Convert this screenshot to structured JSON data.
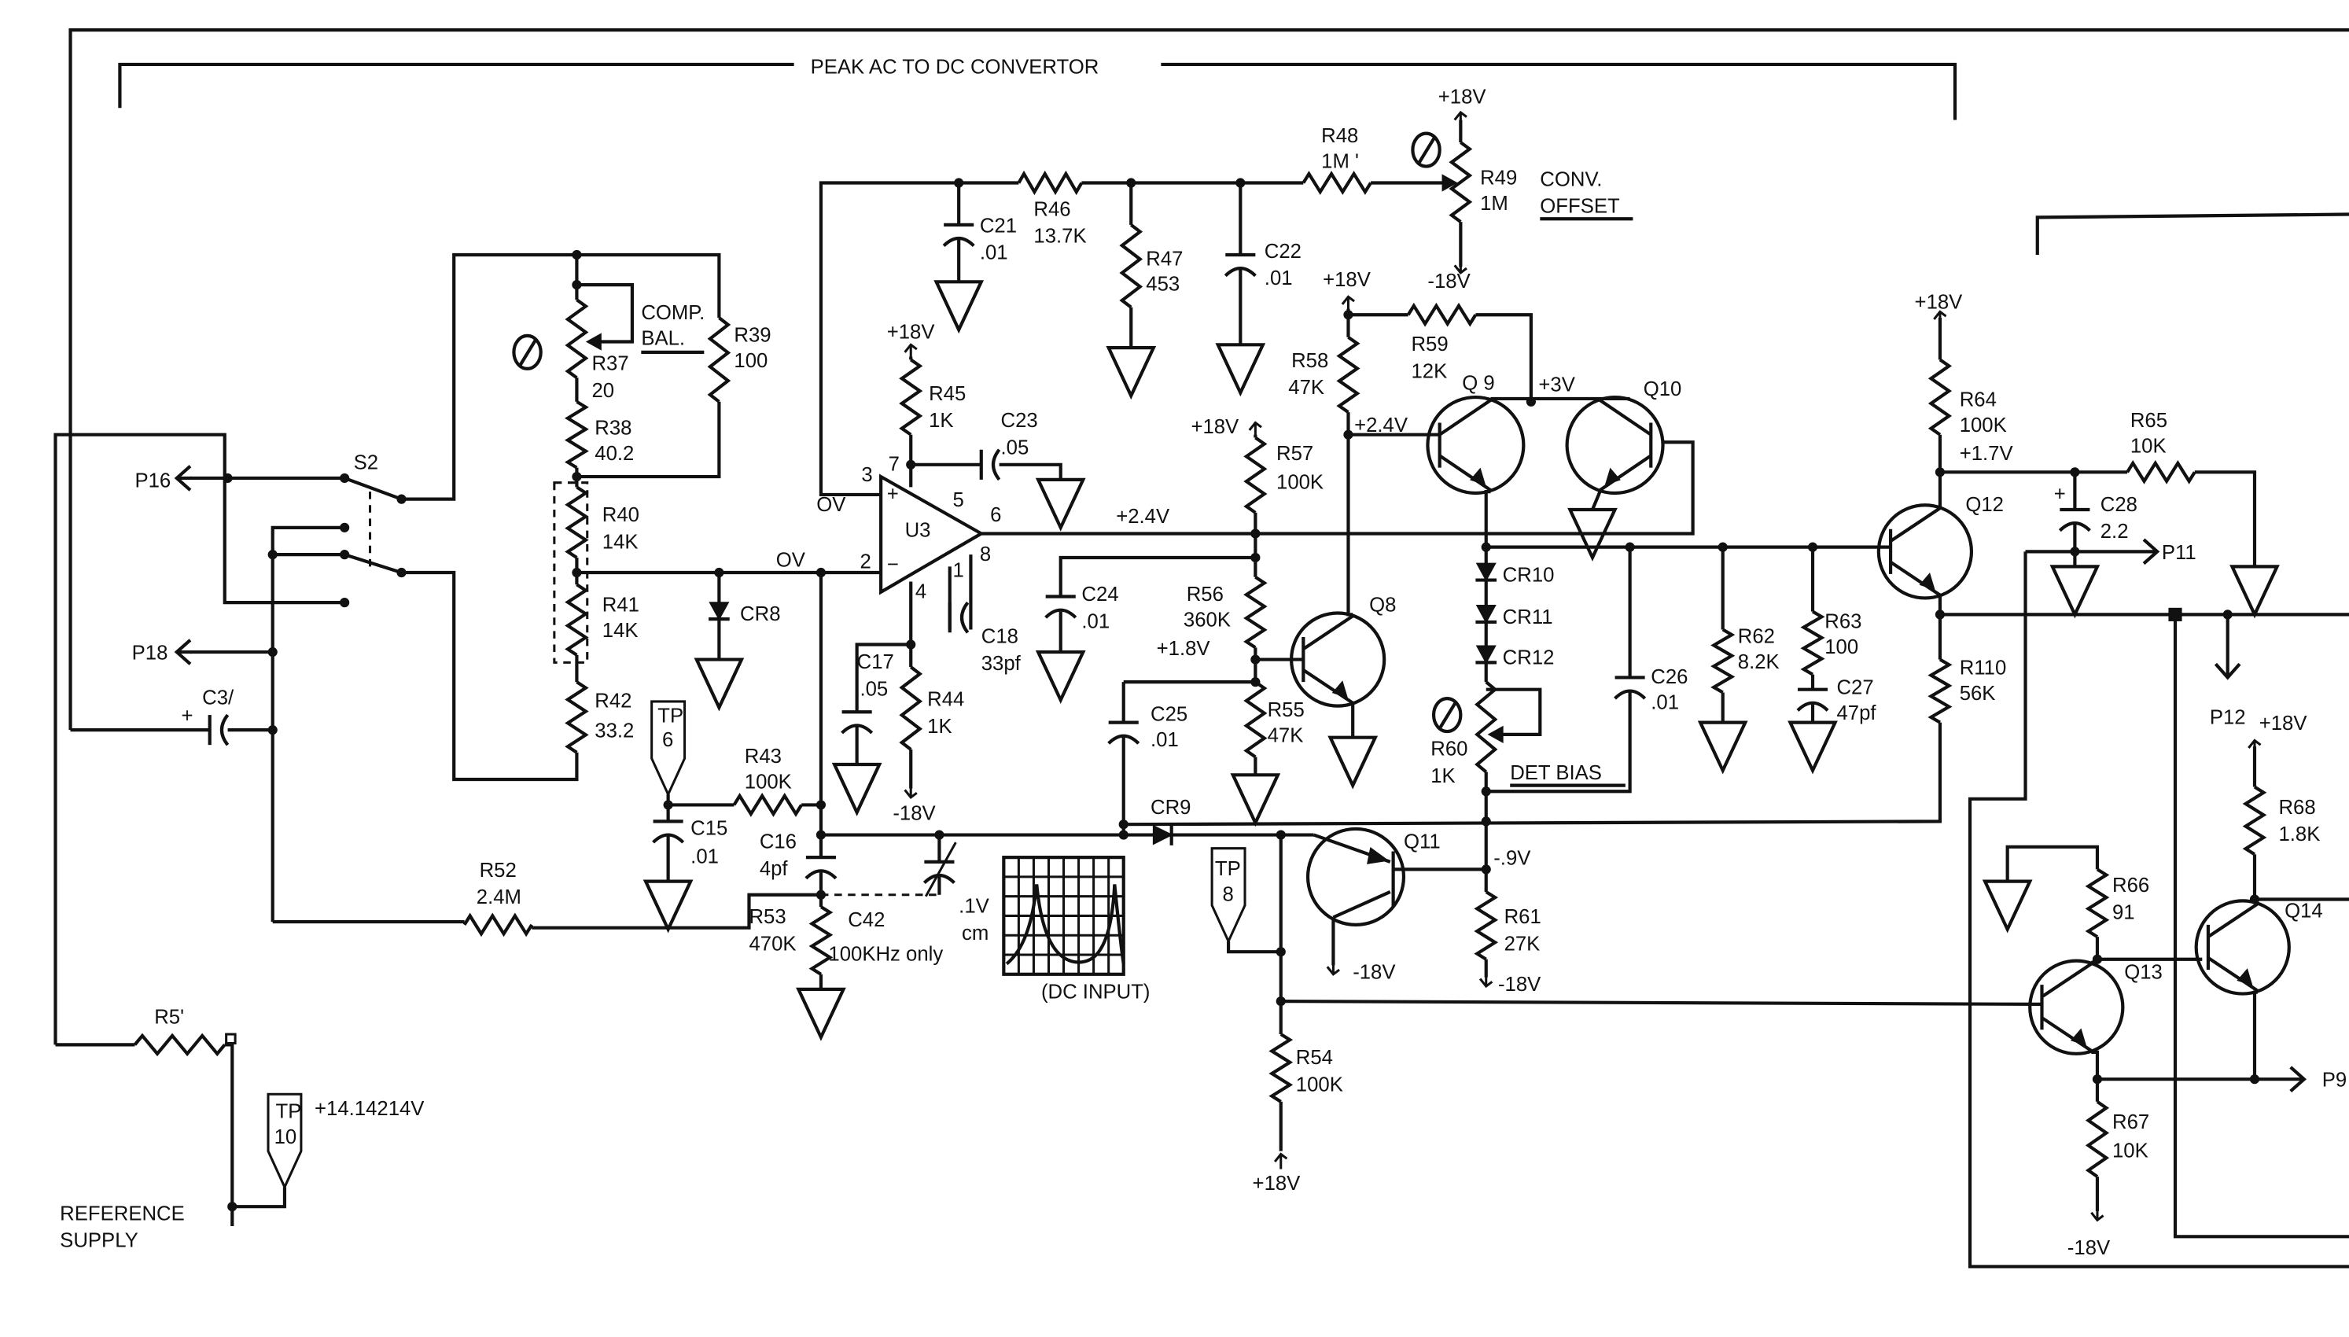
{
  "title": "PEAK AC TO DC CONVERTOR",
  "rails": {
    "pos": "+18V",
    "neg": "-18V"
  },
  "nodes": {
    "ov": "OV",
    "v2_4": "+2.4V",
    "v3": "+3V",
    "v1_8": "+1.8V",
    "v1_7": "+1.7V",
    "vm0_9": "-.9V",
    "vref": "+14.14214V"
  },
  "connectors": {
    "p16": "P16",
    "p18": "P18",
    "p11": "P11",
    "p12": "P12",
    "p9": "P9"
  },
  "switch": "S2",
  "resistors": {
    "r5": {
      "ref": "R5'"
    },
    "r37": {
      "ref": "R37",
      "value": "20"
    },
    "r38": {
      "ref": "R38",
      "value": "40.2"
    },
    "r39": {
      "ref": "R39",
      "value": "100"
    },
    "r40": {
      "ref": "R40",
      "value": "14K"
    },
    "r41": {
      "ref": "R41",
      "value": "14K"
    },
    "r42": {
      "ref": "R42",
      "value": "33.2"
    },
    "r43": {
      "ref": "R43",
      "value": "100K"
    },
    "r44": {
      "ref": "R44",
      "value": "1K"
    },
    "r45": {
      "ref": "R45",
      "value": "1K"
    },
    "r46": {
      "ref": "R46",
      "value": "13.7K"
    },
    "r47": {
      "ref": "R47",
      "value": "453"
    },
    "r48": {
      "ref": "R48",
      "value": "1M '"
    },
    "r49": {
      "ref": "R49",
      "value": "1M"
    },
    "r52": {
      "ref": "R52",
      "value": "2.4M"
    },
    "r53": {
      "ref": "R53",
      "value": "470K"
    },
    "r54": {
      "ref": "R54",
      "value": "100K"
    },
    "r55": {
      "ref": "R55",
      "value": "47K"
    },
    "r56": {
      "ref": "R56",
      "value": "360K"
    },
    "r57": {
      "ref": "R57",
      "value": "100K"
    },
    "r58": {
      "ref": "R58",
      "value": "47K"
    },
    "r59": {
      "ref": "R59",
      "value": "12K"
    },
    "r60": {
      "ref": "R60",
      "value": "1K"
    },
    "r61": {
      "ref": "R61",
      "value": "27K"
    },
    "r62": {
      "ref": "R62",
      "value": "8.2K"
    },
    "r63": {
      "ref": "R63",
      "value": "100"
    },
    "r64": {
      "ref": "R64",
      "value": "100K"
    },
    "r65": {
      "ref": "R65",
      "value": "10K"
    },
    "r66": {
      "ref": "R66",
      "value": "91"
    },
    "r67": {
      "ref": "R67",
      "value": "10K"
    },
    "r68": {
      "ref": "R68",
      "value": "1.8K"
    },
    "r110": {
      "ref": "R110",
      "value": "56K"
    }
  },
  "capacitors": {
    "c3": {
      "ref": "C3/",
      "polarity": "+"
    },
    "c15": {
      "ref": "C15",
      "value": ".01"
    },
    "c16": {
      "ref": "C16",
      "value": "4pf"
    },
    "c17": {
      "ref": "C17",
      "value": ".05"
    },
    "c18": {
      "ref": "C18",
      "value": "33pf"
    },
    "c21": {
      "ref": "C21",
      "value": ".01"
    },
    "c22": {
      "ref": "C22",
      "value": ".01"
    },
    "c23": {
      "ref": "C23",
      "value": ".05"
    },
    "c24": {
      "ref": "C24",
      "value": ".01"
    },
    "c25": {
      "ref": "C25",
      "value": ".01"
    },
    "c26": {
      "ref": "C26",
      "value": ".01"
    },
    "c27": {
      "ref": "C27",
      "value": "47pf"
    },
    "c28": {
      "ref": "C28",
      "value": "2.2",
      "polarity": "+"
    },
    "c42": {
      "ref": "C42",
      "note": "100KHz only"
    }
  },
  "diodes": {
    "cr8": "CR8",
    "cr9": "CR9",
    "cr10": "CR10",
    "cr11": "CR11",
    "cr12": "CR12"
  },
  "transistors": {
    "q8": "Q8",
    "q9": "Q 9",
    "q10": "Q10",
    "q11": "Q11",
    "q12": "Q12",
    "q13": "Q13",
    "q14": "Q14"
  },
  "opamp": {
    "ref": "U3",
    "plus": "+",
    "minus": "−",
    "pins": {
      "p1": "1",
      "p2": "2",
      "p3": "3",
      "p4": "4",
      "p5": "5",
      "p6": "6",
      "p7": "7",
      "p8": "8"
    }
  },
  "test_points": {
    "tp6": {
      "label": "TP",
      "num": "6"
    },
    "tp8": {
      "label": "TP",
      "num": "8"
    },
    "tp10": {
      "label": "TP",
      "num": "10"
    }
  },
  "controls": {
    "comp_bal": [
      "COMP.",
      "BAL."
    ],
    "conv_offset": [
      "CONV.",
      "OFFSET"
    ],
    "det_bias": "DET BIAS"
  },
  "reference_supply": [
    "REFERENCE",
    "SUPPLY"
  ],
  "scope": {
    "scale": ".1V",
    "unit": "cm",
    "caption": "(DC INPUT)"
  }
}
